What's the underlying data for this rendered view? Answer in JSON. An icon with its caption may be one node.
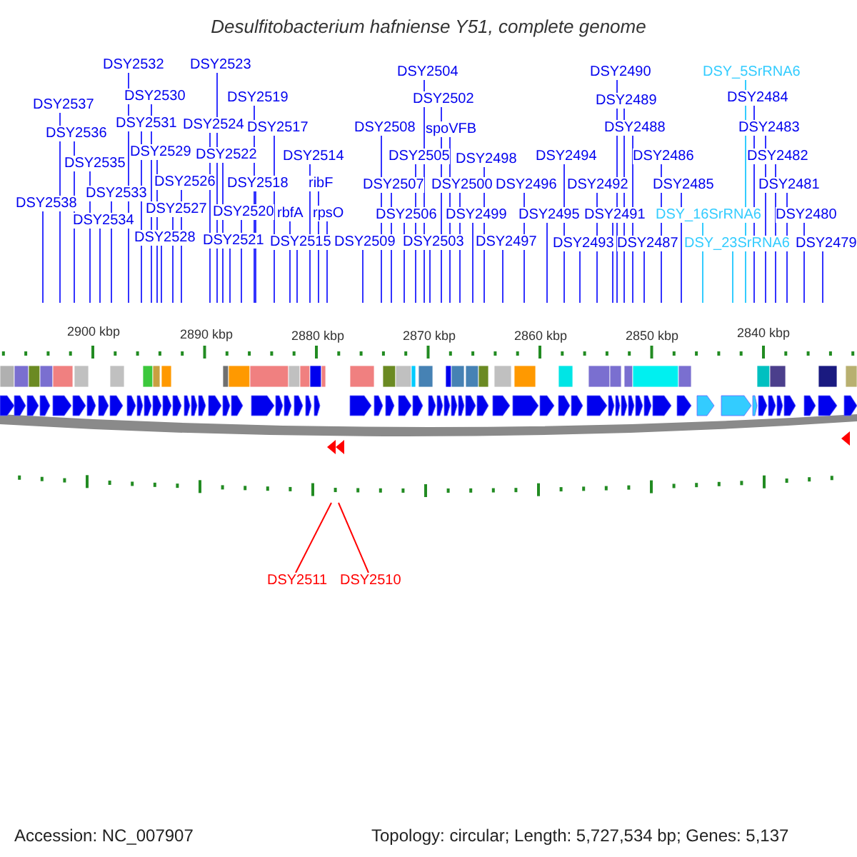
{
  "diagram": {
    "title": "Desulfitobacterium hafniense Y51, complete genome",
    "nodes": [
      {
        "text": [
          "DSY2532"
        ]
      },
      {
        "text": [
          "DSY2523"
        ]
      },
      {
        "text": [
          "DSY2504"
        ]
      },
      {
        "text": [
          "DSY2490"
        ]
      },
      {
        "text": [
          "DSY_5SrRNA6"
        ]
      },
      {
        "text": [
          "DSY2530"
        ]
      },
      {
        "text": [
          "DSY2519"
        ]
      },
      {
        "text": [
          "DSY2502"
        ]
      },
      {
        "text": [
          "DSY2489"
        ]
      },
      {
        "text": [
          "DSY2484"
        ]
      },
      {
        "text": [
          "DSY2537"
        ]
      },
      {
        "text": [
          "DSY2531"
        ]
      },
      {
        "text": [
          "DSY2524"
        ]
      },
      {
        "text": [
          "DSY2517"
        ]
      },
      {
        "text": [
          "DSY2508"
        ]
      },
      {
        "text": [
          "spoVFB"
        ]
      },
      {
        "text": [
          "DSY2488"
        ]
      },
      {
        "text": [
          "DSY2483"
        ]
      },
      {
        "text": [
          "DSY2536"
        ]
      },
      {
        "text": [
          "DSY2529"
        ]
      },
      {
        "text": [
          "DSY2522"
        ]
      },
      {
        "text": [
          "DSY2514"
        ]
      },
      {
        "text": [
          "DSY2505"
        ]
      },
      {
        "text": [
          "DSY2498"
        ]
      },
      {
        "text": [
          "DSY2494"
        ]
      },
      {
        "text": [
          "DSY2486"
        ]
      },
      {
        "text": [
          "DSY2482"
        ]
      },
      {
        "text": [
          "DSY2535"
        ]
      },
      {
        "text": [
          "DSY2526"
        ]
      },
      {
        "text": [
          "DSY2518"
        ]
      },
      {
        "text": [
          "ribF"
        ]
      },
      {
        "text": [
          "DSY2507"
        ]
      },
      {
        "text": [
          "DSY2500"
        ]
      },
      {
        "text": [
          "DSY2496"
        ]
      },
      {
        "text": [
          "DSY2492"
        ]
      },
      {
        "text": [
          "DSY2485"
        ]
      },
      {
        "text": [
          "DSY2481"
        ]
      },
      {
        "text": [
          "DSY2533"
        ]
      },
      {
        "text": [
          "DSY2538"
        ]
      },
      {
        "text": [
          "DSY2527"
        ]
      },
      {
        "text": [
          "DSY2520"
        ]
      },
      {
        "text": [
          "rbfA"
        ]
      },
      {
        "text": [
          "rpsO"
        ]
      },
      {
        "text": [
          "DSY2506"
        ]
      },
      {
        "text": [
          "DSY2499"
        ]
      },
      {
        "text": [
          "DSY2495"
        ]
      },
      {
        "text": [
          "DSY2491"
        ]
      },
      {
        "text": [
          "DSY_16SrRNA6"
        ]
      },
      {
        "text": [
          "DSY2480"
        ]
      },
      {
        "text": [
          "DSY2534"
        ]
      },
      {
        "text": [
          "DSY2528"
        ]
      },
      {
        "text": [
          "DSY2521"
        ]
      },
      {
        "text": [
          "DSY2515"
        ]
      },
      {
        "text": [
          "DSY2509"
        ]
      },
      {
        "text": [
          "DSY2503"
        ]
      },
      {
        "text": [
          "DSY2497"
        ]
      },
      {
        "text": [
          "DSY2493"
        ]
      },
      {
        "text": [
          "DSY2487"
        ]
      },
      {
        "text": [
          "DSY_23SrRNA6"
        ]
      },
      {
        "text": [
          "DSY2479"
        ]
      },
      {
        "text": [
          "DSY2511"
        ]
      },
      {
        "text": [
          "DSY2510"
        ]
      }
    ],
    "edges": [
      {
        "from": 0,
        "to": null,
        "arrow": "none"
      },
      {
        "from": 1,
        "to": null,
        "arrow": "none"
      },
      {
        "from": 2,
        "to": null,
        "arrow": "none"
      },
      {
        "from": 3,
        "to": null,
        "arrow": "none"
      },
      {
        "from": 4,
        "to": null,
        "arrow": "none",
        "color": "#33ccff"
      },
      {
        "from": 5,
        "to": null,
        "arrow": "none"
      },
      {
        "from": 6,
        "to": null,
        "arrow": "none"
      },
      {
        "from": 7,
        "to": null,
        "arrow": "none"
      },
      {
        "from": 8,
        "to": null,
        "arrow": "none"
      },
      {
        "from": 9,
        "to": null,
        "arrow": "none"
      },
      {
        "from": 10,
        "to": null,
        "arrow": "none"
      },
      {
        "from": 11,
        "to": null,
        "arrow": "none"
      },
      {
        "from": 12,
        "to": null,
        "arrow": "none"
      },
      {
        "from": 13,
        "to": null,
        "arrow": "none"
      },
      {
        "from": 14,
        "to": null,
        "arrow": "none"
      },
      {
        "from": 15,
        "to": null,
        "arrow": "none"
      },
      {
        "from": 16,
        "to": null,
        "arrow": "none"
      },
      {
        "from": 17,
        "to": null,
        "arrow": "none"
      },
      {
        "from": 18,
        "to": null,
        "arrow": "none"
      },
      {
        "from": 19,
        "to": null,
        "arrow": "none"
      },
      {
        "from": 20,
        "to": null,
        "arrow": "none"
      },
      {
        "from": 21,
        "to": null,
        "arrow": "none"
      },
      {
        "from": 22,
        "to": null,
        "arrow": "none"
      },
      {
        "from": 23,
        "to": null,
        "arrow": "none"
      },
      {
        "from": 24,
        "to": null,
        "arrow": "none"
      },
      {
        "from": 25,
        "to": null,
        "arrow": "none"
      },
      {
        "from": 26,
        "to": null,
        "arrow": "none"
      },
      {
        "from": 27,
        "to": null,
        "arrow": "none"
      },
      {
        "from": 28,
        "to": null,
        "arrow": "none"
      },
      {
        "from": 29,
        "to": null,
        "arrow": "none"
      },
      {
        "from": 30,
        "to": null,
        "arrow": "none"
      },
      {
        "from": 31,
        "to": null,
        "arrow": "none"
      },
      {
        "from": 32,
        "to": null,
        "arrow": "none"
      },
      {
        "from": 33,
        "to": null,
        "arrow": "none"
      },
      {
        "from": 34,
        "to": null,
        "arrow": "none"
      },
      {
        "from": 35,
        "to": null,
        "arrow": "none"
      },
      {
        "from": 36,
        "to": null,
        "arrow": "none"
      },
      {
        "from": 37,
        "to": null,
        "arrow": "none"
      },
      {
        "from": 38,
        "to": null,
        "arrow": "none"
      },
      {
        "from": 39,
        "to": null,
        "arrow": "none"
      },
      {
        "from": 40,
        "to": null,
        "arrow": "none"
      },
      {
        "from": 41,
        "to": null,
        "arrow": "none"
      },
      {
        "from": 42,
        "to": null,
        "arrow": "none"
      },
      {
        "from": 43,
        "to": null,
        "arrow": "none"
      },
      {
        "from": 44,
        "to": null,
        "arrow": "none"
      },
      {
        "from": 45,
        "to": null,
        "arrow": "none"
      },
      {
        "from": 46,
        "to": null,
        "arrow": "none"
      },
      {
        "from": 47,
        "to": null,
        "arrow": "none",
        "color": "#33ccff"
      },
      {
        "from": 48,
        "to": null,
        "arrow": "none"
      },
      {
        "from": 49,
        "to": null,
        "arrow": "none"
      },
      {
        "from": 50,
        "to": null,
        "arrow": "none"
      },
      {
        "from": 51,
        "to": null,
        "arrow": "none"
      },
      {
        "from": 52,
        "to": null,
        "arrow": "none"
      },
      {
        "from": 53,
        "to": null,
        "arrow": "none"
      },
      {
        "from": 54,
        "to": null,
        "arrow": "none"
      },
      {
        "from": 55,
        "to": null,
        "arrow": "none"
      },
      {
        "from": 56,
        "to": null,
        "arrow": "none"
      },
      {
        "from": 57,
        "to": null,
        "arrow": "none"
      },
      {
        "from": 58,
        "to": null,
        "arrow": "none",
        "color": "#33ccff"
      },
      {
        "from": 59,
        "to": null,
        "arrow": "none"
      },
      {
        "from": 60,
        "to": null,
        "arrow": "none",
        "color": "#ff0000"
      },
      {
        "from": 61,
        "to": null,
        "arrow": "none",
        "color": "#ff0000"
      }
    ],
    "labels": [
      "2900 kbp",
      "2890 kbp",
      "2880 kbp",
      "2870 kbp",
      "2860 kbp",
      "2850 kbp",
      "2840 kbp",
      "Accession: NC_007907",
      "Topology: circular; Length: 5,727,534 bp; Genes: 5,137"
    ]
  }
}
